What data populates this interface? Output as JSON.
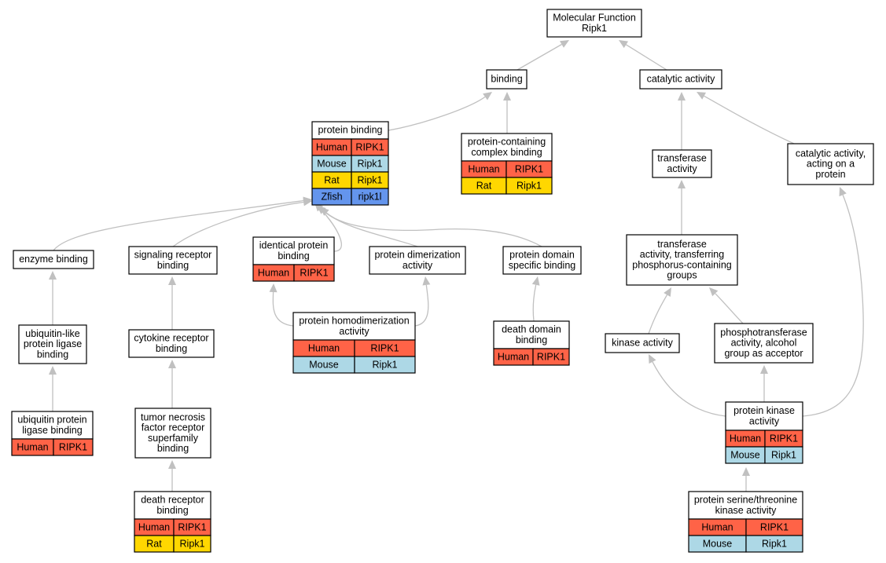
{
  "colors": {
    "Human": "#ff6347",
    "Mouse": "#add8e6",
    "Rat": "#ffd700",
    "Zfish": "#6495ed",
    "edge": "#c0c0c0"
  },
  "nodes": [
    {
      "id": "molecular-function",
      "label": [
        "Molecular Function",
        "Ripk1"
      ],
      "annotations": []
    },
    {
      "id": "binding",
      "label": [
        "binding"
      ],
      "annotations": []
    },
    {
      "id": "catalytic-activity",
      "label": [
        "catalytic activity"
      ],
      "annotations": []
    },
    {
      "id": "protein-binding",
      "label": [
        "protein binding"
      ],
      "annotations": [
        {
          "species": "Human",
          "gene": "RIPK1"
        },
        {
          "species": "Mouse",
          "gene": "Ripk1"
        },
        {
          "species": "Rat",
          "gene": "Ripk1"
        },
        {
          "species": "Zfish",
          "gene": "ripk1l"
        }
      ]
    },
    {
      "id": "protein-containing-complex-binding",
      "label": [
        "protein-containing",
        "complex binding"
      ],
      "annotations": [
        {
          "species": "Human",
          "gene": "RIPK1"
        },
        {
          "species": "Rat",
          "gene": "Ripk1"
        }
      ]
    },
    {
      "id": "transferase-activity",
      "label": [
        "transferase",
        "activity"
      ],
      "annotations": []
    },
    {
      "id": "catalytic-activity-on-protein",
      "label": [
        "catalytic activity,",
        "acting on a",
        "protein"
      ],
      "annotations": []
    },
    {
      "id": "enzyme-binding",
      "label": [
        "enzyme binding"
      ],
      "annotations": []
    },
    {
      "id": "signaling-receptor-binding",
      "label": [
        "signaling receptor",
        "binding"
      ],
      "annotations": []
    },
    {
      "id": "identical-protein-binding",
      "label": [
        "identical protein",
        "binding"
      ],
      "annotations": [
        {
          "species": "Human",
          "gene": "RIPK1"
        }
      ]
    },
    {
      "id": "protein-dimerization-activity",
      "label": [
        "protein dimerization",
        "activity"
      ],
      "annotations": []
    },
    {
      "id": "protein-domain-specific-binding",
      "label": [
        "protein domain",
        "specific binding"
      ],
      "annotations": []
    },
    {
      "id": "transferase-phosphorus",
      "label": [
        "transferase",
        "activity, transferring",
        "phosphorus-containing",
        "groups"
      ],
      "annotations": []
    },
    {
      "id": "ubiquitin-like-ligase-binding",
      "label": [
        "ubiquitin-like",
        "protein ligase",
        "binding"
      ],
      "annotations": []
    },
    {
      "id": "cytokine-receptor-binding",
      "label": [
        "cytokine receptor",
        "binding"
      ],
      "annotations": []
    },
    {
      "id": "protein-homodimerization-activity",
      "label": [
        "protein homodimerization",
        "activity"
      ],
      "annotations": [
        {
          "species": "Human",
          "gene": "RIPK1"
        },
        {
          "species": "Mouse",
          "gene": "Ripk1"
        }
      ]
    },
    {
      "id": "death-domain-binding",
      "label": [
        "death domain",
        "binding"
      ],
      "annotations": [
        {
          "species": "Human",
          "gene": "RIPK1"
        }
      ]
    },
    {
      "id": "kinase-activity",
      "label": [
        "kinase activity"
      ],
      "annotations": []
    },
    {
      "id": "phosphotransferase-alcohol",
      "label": [
        "phosphotransferase",
        "activity, alcohol",
        "group as acceptor"
      ],
      "annotations": []
    },
    {
      "id": "ubiquitin-protein-ligase-binding",
      "label": [
        "ubiquitin protein",
        "ligase binding"
      ],
      "annotations": [
        {
          "species": "Human",
          "gene": "RIPK1"
        }
      ]
    },
    {
      "id": "tnf-receptor-superfamily-binding",
      "label": [
        "tumor necrosis",
        "factor receptor",
        "superfamily",
        "binding"
      ],
      "annotations": []
    },
    {
      "id": "protein-kinase-activity",
      "label": [
        "protein kinase",
        "activity"
      ],
      "annotations": [
        {
          "species": "Human",
          "gene": "RIPK1"
        },
        {
          "species": "Mouse",
          "gene": "Ripk1"
        }
      ]
    },
    {
      "id": "death-receptor-binding",
      "label": [
        "death receptor",
        "binding"
      ],
      "annotations": [
        {
          "species": "Human",
          "gene": "RIPK1"
        },
        {
          "species": "Rat",
          "gene": "Ripk1"
        }
      ]
    },
    {
      "id": "protein-serine-threonine-kinase-activity",
      "label": [
        "protein serine/threonine",
        "kinase activity"
      ],
      "annotations": [
        {
          "species": "Human",
          "gene": "RIPK1"
        },
        {
          "species": "Mouse",
          "gene": "Ripk1"
        }
      ]
    }
  ],
  "edges": [
    {
      "from": "binding",
      "to": "molecular-function"
    },
    {
      "from": "catalytic-activity",
      "to": "molecular-function"
    },
    {
      "from": "protein-binding",
      "to": "binding"
    },
    {
      "from": "protein-containing-complex-binding",
      "to": "binding"
    },
    {
      "from": "transferase-activity",
      "to": "catalytic-activity"
    },
    {
      "from": "catalytic-activity-on-protein",
      "to": "catalytic-activity"
    },
    {
      "from": "enzyme-binding",
      "to": "protein-binding"
    },
    {
      "from": "signaling-receptor-binding",
      "to": "protein-binding"
    },
    {
      "from": "identical-protein-binding",
      "to": "protein-binding"
    },
    {
      "from": "protein-dimerization-activity",
      "to": "protein-binding"
    },
    {
      "from": "protein-domain-specific-binding",
      "to": "protein-binding"
    },
    {
      "from": "transferase-phosphorus",
      "to": "transferase-activity"
    },
    {
      "from": "ubiquitin-like-ligase-binding",
      "to": "enzyme-binding"
    },
    {
      "from": "cytokine-receptor-binding",
      "to": "signaling-receptor-binding"
    },
    {
      "from": "protein-homodimerization-activity",
      "to": "identical-protein-binding"
    },
    {
      "from": "protein-homodimerization-activity",
      "to": "protein-dimerization-activity"
    },
    {
      "from": "death-domain-binding",
      "to": "protein-domain-specific-binding"
    },
    {
      "from": "kinase-activity",
      "to": "transferase-phosphorus"
    },
    {
      "from": "phosphotransferase-alcohol",
      "to": "transferase-phosphorus"
    },
    {
      "from": "ubiquitin-protein-ligase-binding",
      "to": "ubiquitin-like-ligase-binding"
    },
    {
      "from": "tnf-receptor-superfamily-binding",
      "to": "cytokine-receptor-binding"
    },
    {
      "from": "protein-kinase-activity",
      "to": "kinase-activity"
    },
    {
      "from": "protein-kinase-activity",
      "to": "phosphotransferase-alcohol"
    },
    {
      "from": "protein-kinase-activity",
      "to": "catalytic-activity-on-protein"
    },
    {
      "from": "death-receptor-binding",
      "to": "tnf-receptor-superfamily-binding"
    },
    {
      "from": "protein-serine-threonine-kinase-activity",
      "to": "protein-kinase-activity"
    }
  ]
}
